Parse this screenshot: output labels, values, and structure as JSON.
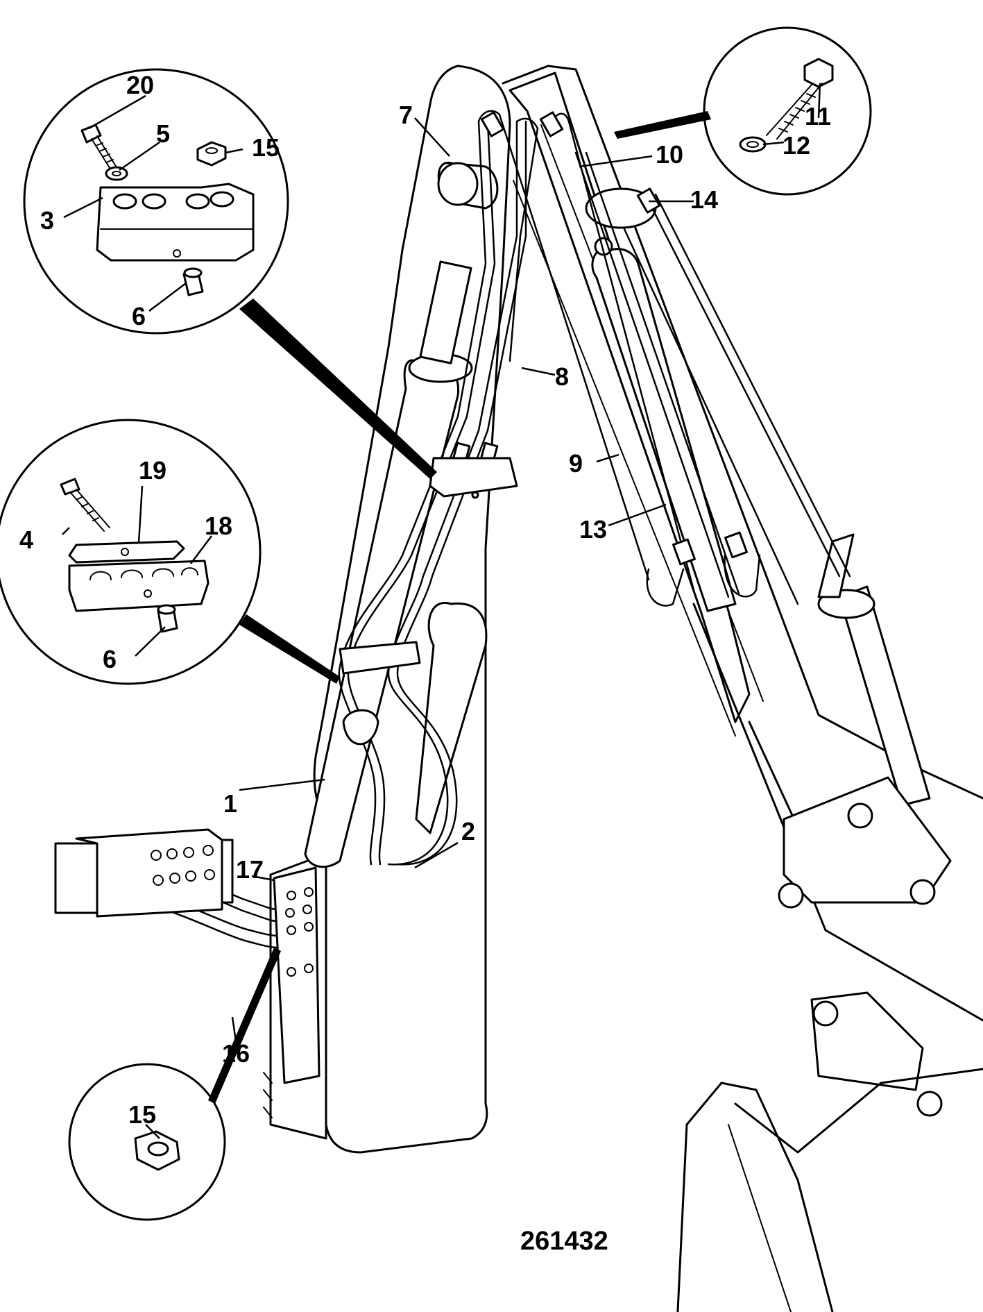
{
  "figure": {
    "id": "261432"
  },
  "callouts": {
    "c1": "1",
    "c2": "2",
    "c3": "3",
    "c4": "4",
    "c5": "5",
    "c6a": "6",
    "c6b": "6",
    "c7": "7",
    "c8": "8",
    "c9": "9",
    "c10": "10",
    "c11": "11",
    "c12": "12",
    "c13": "13",
    "c14": "14",
    "c15a": "15",
    "c15b": "15",
    "c16": "16",
    "c17": "17",
    "c18": "18",
    "c19": "19",
    "c20": "20"
  }
}
